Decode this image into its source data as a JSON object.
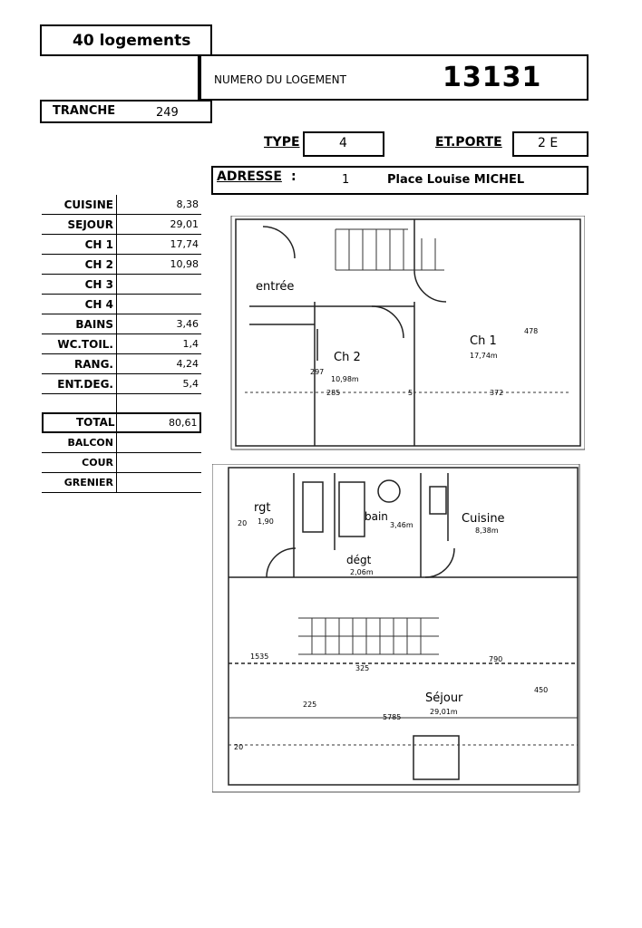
{
  "header": {
    "title": "40 logements",
    "numero_label": "NUMERO DU LOGEMENT",
    "numero_value": "13131",
    "tranche_label": "TRANCHE",
    "tranche_value": "249",
    "type_label": "TYPE",
    "type_value": "4",
    "etporte_label": "ET.PORTE",
    "etporte_value": "2 E",
    "adresse_label": "ADRESSE",
    "adresse_colon": ":",
    "adresse_num": "1",
    "adresse_street": "Place Louise MICHEL"
  },
  "rooms": [
    {
      "name": "CUISINE",
      "value": "8,38"
    },
    {
      "name": "SEJOUR",
      "value": "29,01"
    },
    {
      "name": "CH 1",
      "value": "17,74"
    },
    {
      "name": "CH 2",
      "value": "10,98"
    },
    {
      "name": "CH 3",
      "value": ""
    },
    {
      "name": "CH 4",
      "value": ""
    },
    {
      "name": "BAINS",
      "value": "3,46"
    },
    {
      "name": "WC.TOIL.",
      "value": "1,4"
    },
    {
      "name": "RANG.",
      "value": "4,24"
    },
    {
      "name": "ENT.DEG.",
      "value": "5,4"
    }
  ],
  "total": {
    "name": "TOTAL",
    "value": "80,61"
  },
  "extras": [
    {
      "name": "BALCON",
      "value": ""
    },
    {
      "name": "COUR",
      "value": ""
    },
    {
      "name": "GRENIER",
      "value": ""
    }
  ],
  "plan_upper": {
    "entree": "entrée",
    "ch2": "Ch 2",
    "ch2_area": "10,98m",
    "ch1": "Ch 1",
    "ch1_area": "17,74m",
    "dim_a": "297",
    "dim_b": "285",
    "dim_c": "372",
    "dim_d": "478",
    "dim_e": "5"
  },
  "plan_lower": {
    "rgt": "rgt",
    "rgt_area": "1,90",
    "bain": "bain",
    "bain_area": "3,46m",
    "cuisine": "Cuisine",
    "cuisine_area": "8,38m",
    "degt": "dégt",
    "degt_area": "2,06m",
    "sejour": "Séjour",
    "sejour_area": "29,01m",
    "dim_a": "20",
    "dim_b": "225",
    "dim_c": "325",
    "dim_d": "1535",
    "dim_e": "790",
    "dim_f": "450",
    "dim_g": "5785",
    "dim_h": "20"
  }
}
